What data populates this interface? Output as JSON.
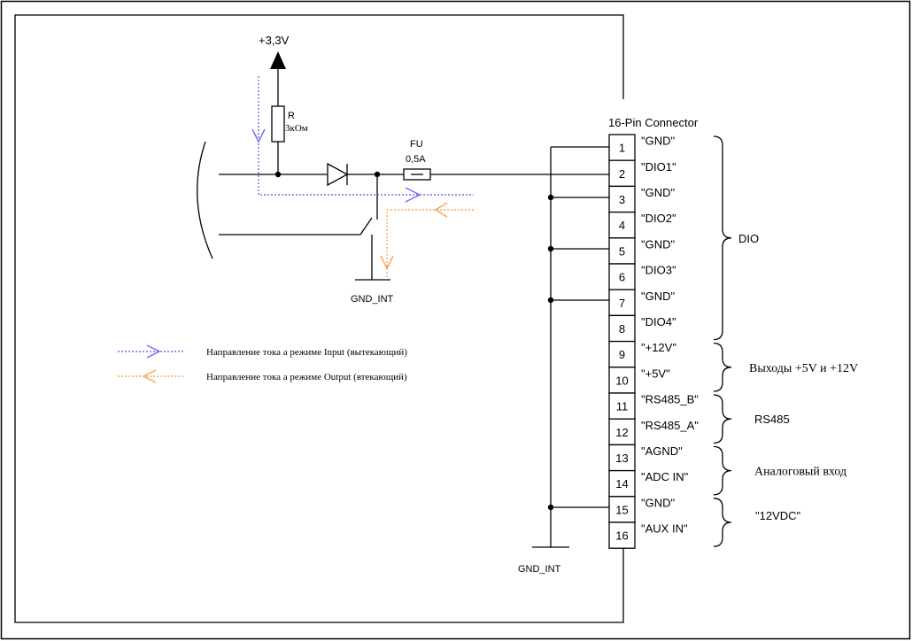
{
  "supply": {
    "label": "+3,3V"
  },
  "resistor": {
    "name": "R",
    "value": "3кОм"
  },
  "fuse": {
    "name": "FU",
    "value": "0,5A"
  },
  "ground_labels": {
    "left": "GND_INT",
    "bottom": "GND_INT"
  },
  "connector": {
    "title": "16-Pin Connector",
    "pins": [
      {
        "num": "1",
        "name": "\"GND\""
      },
      {
        "num": "2",
        "name": "\"DIO1\""
      },
      {
        "num": "3",
        "name": "\"GND\""
      },
      {
        "num": "4",
        "name": "\"DIO2\""
      },
      {
        "num": "5",
        "name": "\"GND\""
      },
      {
        "num": "6",
        "name": "\"DIO3\""
      },
      {
        "num": "7",
        "name": "\"GND\""
      },
      {
        "num": "8",
        "name": "\"DIO4\""
      },
      {
        "num": "9",
        "name": "\"+12V\""
      },
      {
        "num": "10",
        "name": "\"+5V\""
      },
      {
        "num": "11",
        "name": "\"RS485_B\""
      },
      {
        "num": "12",
        "name": "\"RS485_A\""
      },
      {
        "num": "13",
        "name": "\"AGND\""
      },
      {
        "num": "14",
        "name": "\"ADC IN\""
      },
      {
        "num": "15",
        "name": "\"GND\""
      },
      {
        "num": "16",
        "name": "\"AUX IN\""
      }
    ]
  },
  "groups": [
    {
      "label": "DIO",
      "from_pin": 1,
      "to_pin": 8
    },
    {
      "label": "Выходы +5V и +12V",
      "from_pin": 9,
      "to_pin": 10
    },
    {
      "label": "RS485",
      "from_pin": 11,
      "to_pin": 12
    },
    {
      "label": "Аналоговый вход",
      "from_pin": 13,
      "to_pin": 14
    },
    {
      "label": "\"12VDC\"",
      "from_pin": 15,
      "to_pin": 16
    }
  ],
  "legend": {
    "input": {
      "label": "Направление тока а режиме Input (вытекающий)",
      "color": "#6f6ff0"
    },
    "output": {
      "label": "Направление тока а режиме Output (втекающий)",
      "color": "#f5a55a"
    }
  }
}
